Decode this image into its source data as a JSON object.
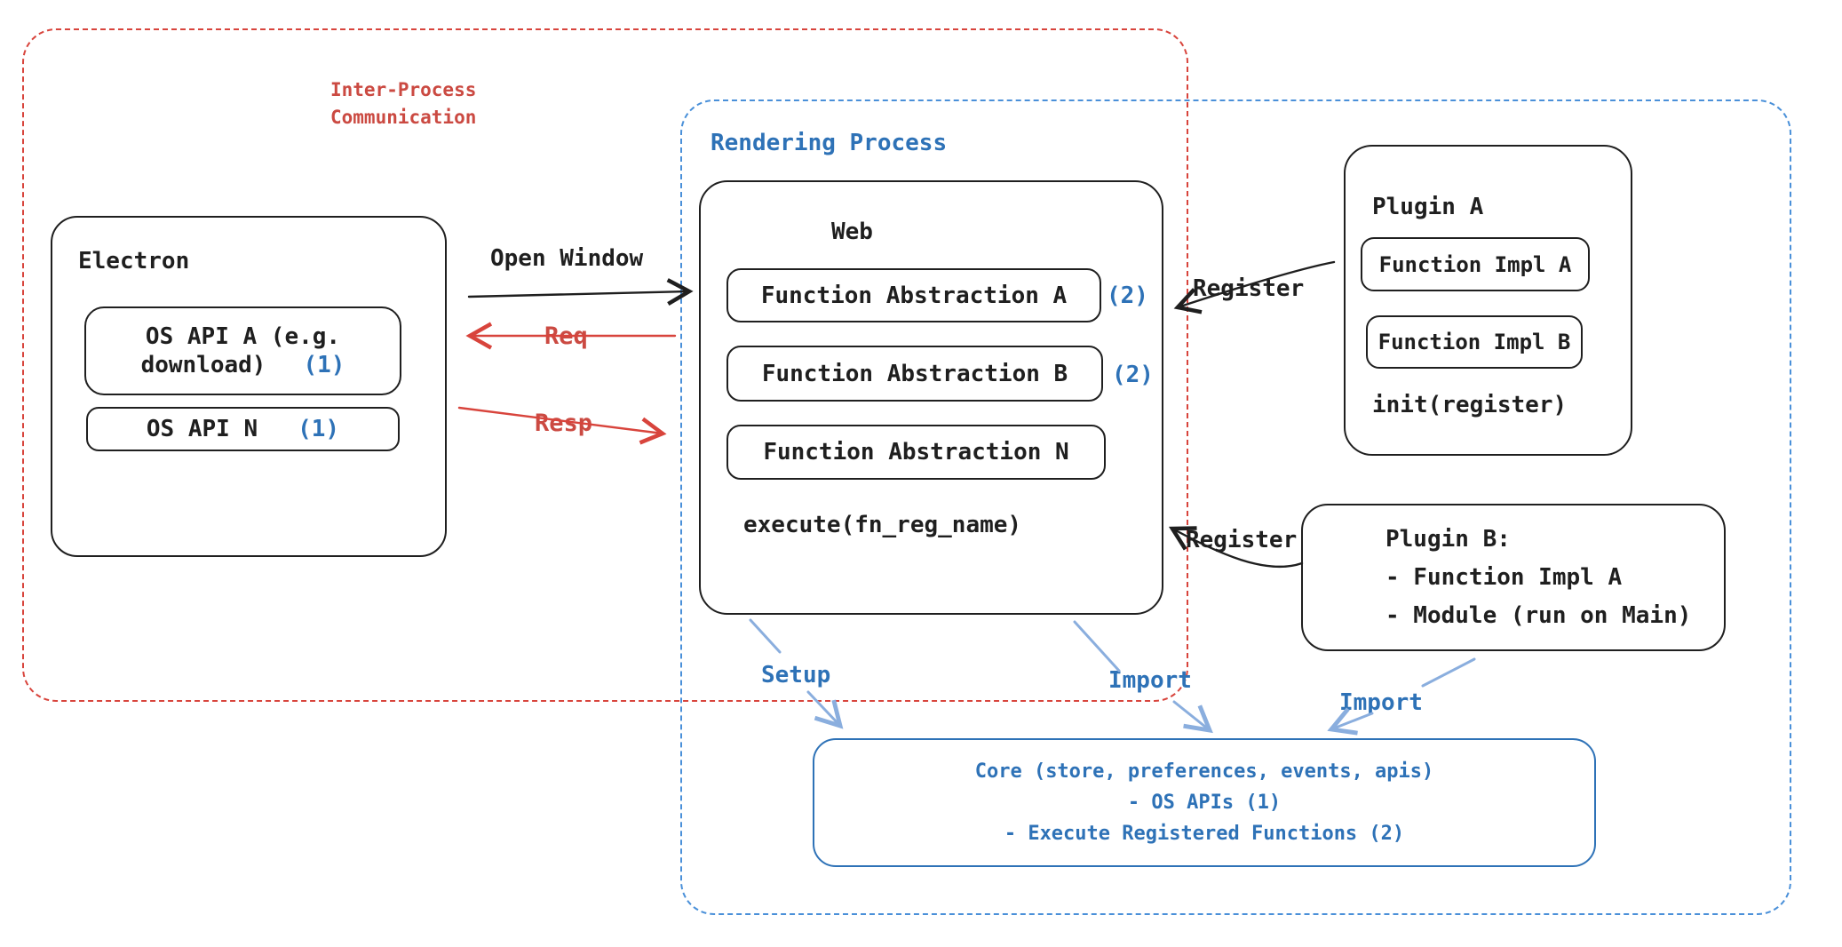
{
  "colors": {
    "red": "#d8443c",
    "red_text": "#cb4a42",
    "blue_text": "#2e72b7",
    "blue_dash": "#4a90d9",
    "arrow_blue": "#8aaede",
    "black": "#1f1f1f"
  },
  "ipc_region": {
    "title": "Inter-Process\nCommunication"
  },
  "rendering_region": {
    "title": "Rendering Process"
  },
  "electron": {
    "title": "Electron",
    "api_a_line1": "OS API A (e.g.",
    "api_a_line2": "download)",
    "api_a_badge": "(1)",
    "api_n_label": "OS API N",
    "api_n_badge": "(1)"
  },
  "arrows": {
    "open_window": "Open Window",
    "req": "Req",
    "resp": "Resp",
    "register_top": "Register",
    "register_bottom": "Register",
    "setup": "Setup",
    "import_from_web": "Import",
    "import_from_plugin": "Import"
  },
  "web": {
    "title": "Web",
    "fa_a": "Function Abstraction A",
    "fa_a_badge": "(2)",
    "fa_b": "Function Abstraction B",
    "fa_b_badge": "(2)",
    "fa_n": "Function Abstraction N",
    "execute": "execute(fn_reg_name)"
  },
  "plugin_a": {
    "title": "Plugin A",
    "impl_a": "Function Impl A",
    "impl_b": "Function Impl B",
    "init": "init(register)"
  },
  "plugin_b": {
    "text": "Plugin B:\n- Function Impl A\n- Module (run on Main)"
  },
  "core": {
    "line1": "Core (store, preferences, events, apis)",
    "line2": "- OS APIs (1)",
    "line3": "- Execute Registered Functions (2)"
  }
}
